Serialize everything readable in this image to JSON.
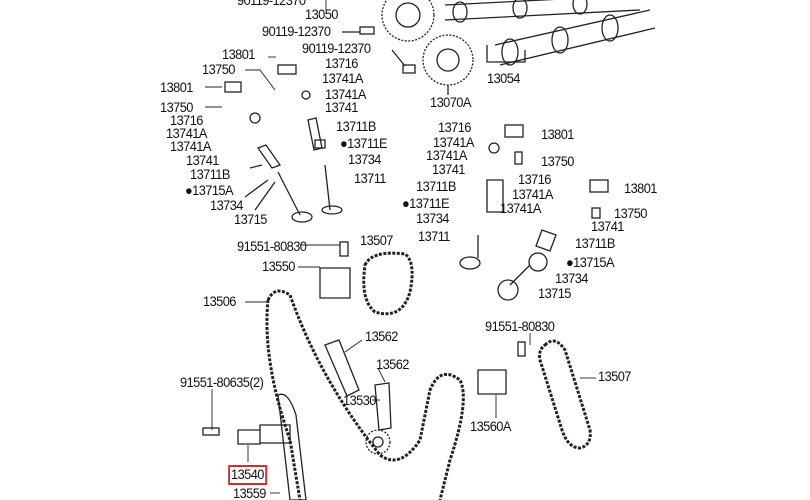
{
  "labels": [
    "90119-12370",
    "13050",
    "90119-12370",
    "90119-12370",
    "13801",
    "13750",
    "13716",
    "13741A",
    "13741A",
    "13741",
    "13801",
    "13750",
    "13716",
    "13741A",
    "13741A",
    "13741",
    "13711B",
    "●13715A",
    "13734",
    "13715",
    "13711B",
    "●13711E",
    "13734",
    "13711",
    "13054",
    "13070A",
    "13716",
    "13801",
    "13741A",
    "13741A",
    "13750",
    "13741",
    "13711B",
    "●13711E",
    "13734",
    "13711",
    "13716",
    "13801",
    "13741A",
    "13741A",
    "13750",
    "13741",
    "13711B",
    "●13715A",
    "13734",
    "13715",
    "91551-80830",
    "13507",
    "13550",
    "13506",
    "13562",
    "13562",
    "91551-80830",
    "13507",
    "91551-80635(2)",
    "13530",
    "13560A",
    "13540",
    "13559"
  ],
  "highlighted_part": "13540",
  "colors": {
    "highlight": "#d0312d",
    "ink": "#111111"
  }
}
